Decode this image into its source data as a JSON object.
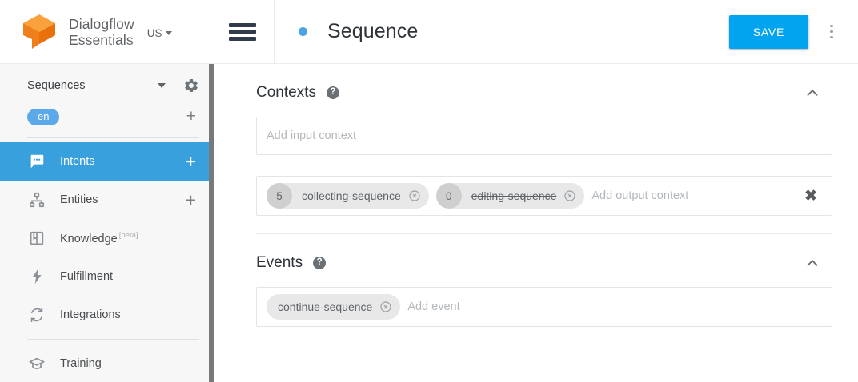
{
  "brand": {
    "name_line1": "Dialogflow",
    "name_line2": "Essentials",
    "region": "US",
    "logo_icon": "dialogflow-cube-logo"
  },
  "sidebar": {
    "agent": {
      "name": "Sequences",
      "dropdown_icon": "caret-down-icon",
      "settings_icon": "gear-icon"
    },
    "language": {
      "chip": "en",
      "add_icon": "plus-icon"
    },
    "items": [
      {
        "label": "Intents",
        "icon": "speech-bubble-icon",
        "active": true,
        "add": "+"
      },
      {
        "label": "Entities",
        "icon": "hierarchy-icon",
        "active": false,
        "add": "+"
      },
      {
        "label": "Knowledge",
        "icon": "book-icon",
        "active": false,
        "sup": "[beta]"
      },
      {
        "label": "Fulfillment",
        "icon": "lightning-bolt-icon",
        "active": false
      },
      {
        "label": "Integrations",
        "icon": "sync-arrows-icon",
        "active": false
      },
      {
        "label": "Training",
        "icon": "graduation-cap-icon",
        "active": false
      }
    ],
    "scrollbar_present": true
  },
  "topbar": {
    "menu_icon": "hamburger-menu-icon",
    "status_dot_color": "#4ba3e3",
    "title": "Sequence",
    "save_label": "SAVE",
    "overflow_icon": "kebab-menu-icon"
  },
  "contexts": {
    "title": "Contexts",
    "help_icon": "help-circle-icon",
    "collapse_icon": "chevron-up-icon",
    "input": {
      "placeholder": "Add input context",
      "chips": []
    },
    "output": {
      "placeholder": "Add output context",
      "clear_icon": "close-x-icon",
      "chips": [
        {
          "lifespan": "5",
          "label": "collecting-sequence",
          "struck": false,
          "remove_icon": "circle-x-icon"
        },
        {
          "lifespan": "0",
          "label": "editing-sequence",
          "struck": true,
          "remove_icon": "circle-x-icon"
        }
      ]
    }
  },
  "events": {
    "title": "Events",
    "help_icon": "help-circle-icon",
    "collapse_icon": "chevron-up-icon",
    "placeholder": "Add event",
    "chips": [
      {
        "label": "continue-sequence",
        "remove_icon": "circle-x-icon"
      }
    ]
  },
  "colors": {
    "accent_blue": "#03a4ef",
    "nav_active": "#37a0dd",
    "lang_chip": "#5ba9e8",
    "logo_orange": "#ef8123"
  }
}
